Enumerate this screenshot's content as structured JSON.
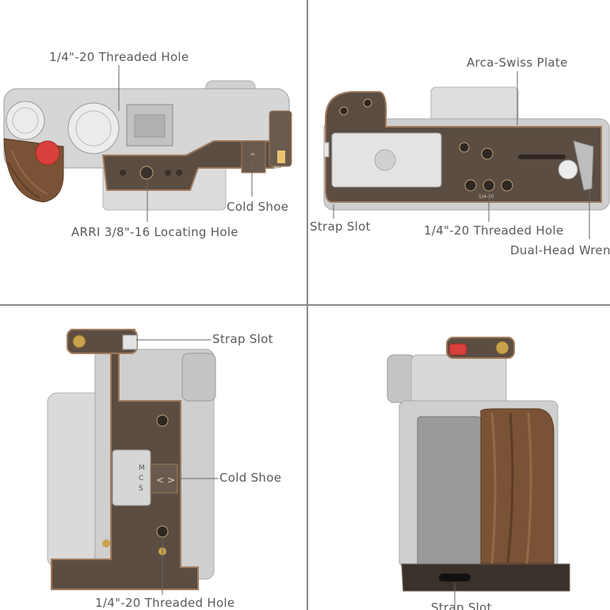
{
  "panels": {
    "top_left": {
      "labels": {
        "threaded_hole": "1/4\"-20 Threaded Hole",
        "cold_shoe": "Cold Shoe",
        "locating_hole": "ARRI 3/8\"-16 Locating Hole"
      }
    },
    "top_right": {
      "labels": {
        "arca_plate": "Arca-Swiss Plate",
        "strap_slot": "Strap Slot",
        "threaded_hole": "1/4\"-20 Threaded Hole",
        "wrench": "Dual-Head Wren"
      },
      "engraving": "1/4-20"
    },
    "bottom_left": {
      "labels": {
        "strap_slot": "Strap Slot",
        "cold_shoe": "Cold Shoe",
        "threaded_hole": "1/4\"-20 Threaded Hole"
      },
      "dial_marks": [
        "M",
        "C",
        "S"
      ]
    },
    "bottom_right": {
      "labels": {
        "strap_slot": "Strap Slot"
      }
    }
  },
  "colors": {
    "cage": "#5b4d42",
    "cage_edge": "#a07a5c",
    "camera_body": "#c9c9c9",
    "camera_light": "#e2e2e2",
    "wood": "#7a5236",
    "red_button": "#d8403c",
    "brass": "#c8a24a"
  }
}
